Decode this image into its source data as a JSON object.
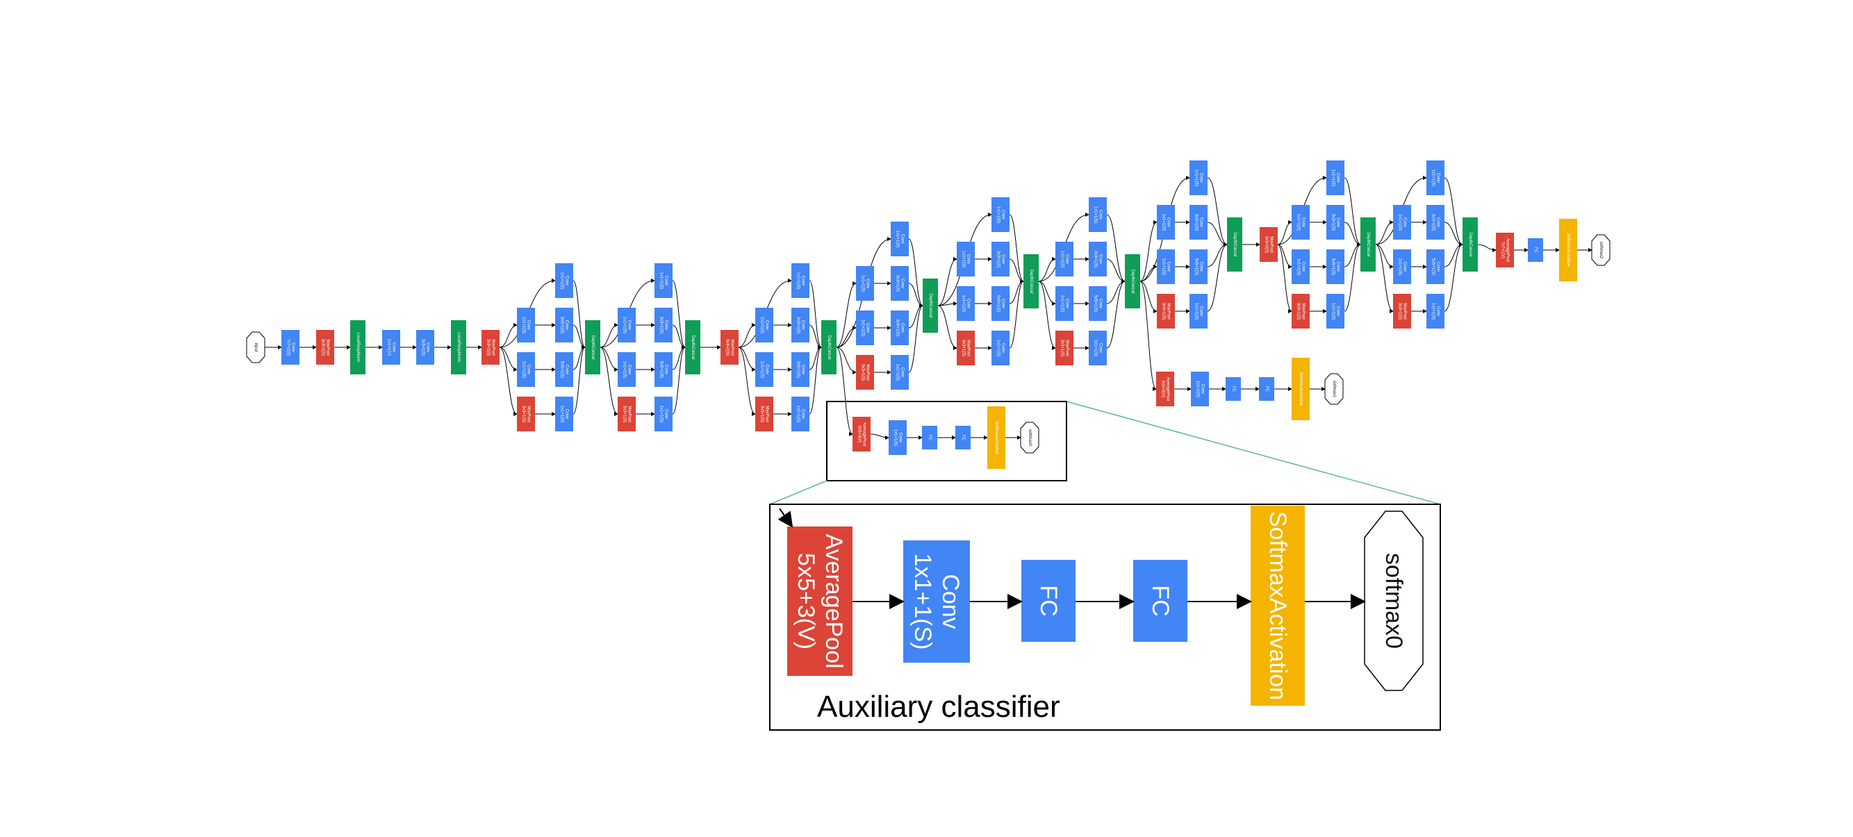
{
  "colors": {
    "conv": "#4285f4",
    "pool": "#db4437",
    "concat": "#0f9d58",
    "softmax": "#f4b400",
    "zoom_lines": "#5bb5a2"
  },
  "net": {
    "input": "input",
    "conv_7x7": "Conv\n7x7+2(S)",
    "maxpool_3x3_s": "MaxPool\n3x3+2(S)",
    "lrn": "LocalRespNorm",
    "conv_1x1_v": "Conv\n1x1+1(V)",
    "conv_3x3_s": "Conv\n3x3+1(S)",
    "conv_1x1": "Conv\n1x1+1(S)",
    "conv_3x3": "Conv\n3x3+1(S)",
    "conv_5x5": "Conv\n5x5+1(S)",
    "maxpool_3x3_1": "MaxPool\n3x3+1(S)",
    "depthconcat": "DepthConcat",
    "avgpool_5x5": "AveragePool\n5x5+3(V)",
    "avgpool_7x7": "AveragePool\n7x7+1(V)",
    "fc": "FC",
    "softmax_activation": "SoftmaxActivation",
    "softmax0": "softmax0",
    "softmax1": "softmax1",
    "softmax2": "softmax2"
  },
  "zoom": {
    "avgpool": "AveragePool\n5x5+3(V)",
    "conv": "Conv\n1x1+1(S)",
    "fc1": "FC",
    "fc2": "FC",
    "softmax_activation": "SoftmaxActivation",
    "output": "softmax0",
    "caption": "Auxiliary classifier"
  }
}
